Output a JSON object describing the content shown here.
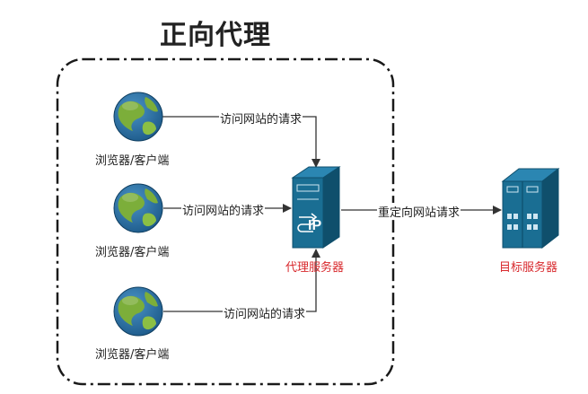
{
  "title": "正向代理",
  "clients": [
    {
      "label": "浏览器/客户端"
    },
    {
      "label": "浏览器/客户端"
    },
    {
      "label": "浏览器/客户端"
    }
  ],
  "edges": {
    "client_to_proxy_1": "访问网站的请求",
    "client_to_proxy_2": "访问网站的请求",
    "client_to_proxy_3": "访问网站的请求",
    "proxy_to_target": "重定向网站请求"
  },
  "proxy": {
    "label": "代理服务器",
    "badge": "IP"
  },
  "target": {
    "label": "目标服务器"
  },
  "colors": {
    "server_fill": "#1a6e93",
    "server_dark": "#0f4f6c",
    "label_red": "#d8282c",
    "globe_ocean": "#2a6fa3",
    "globe_land": "#7cae3a"
  },
  "icons": {
    "client": "globe-icon",
    "proxy": "server-icon",
    "target": "server-rack-icon"
  }
}
